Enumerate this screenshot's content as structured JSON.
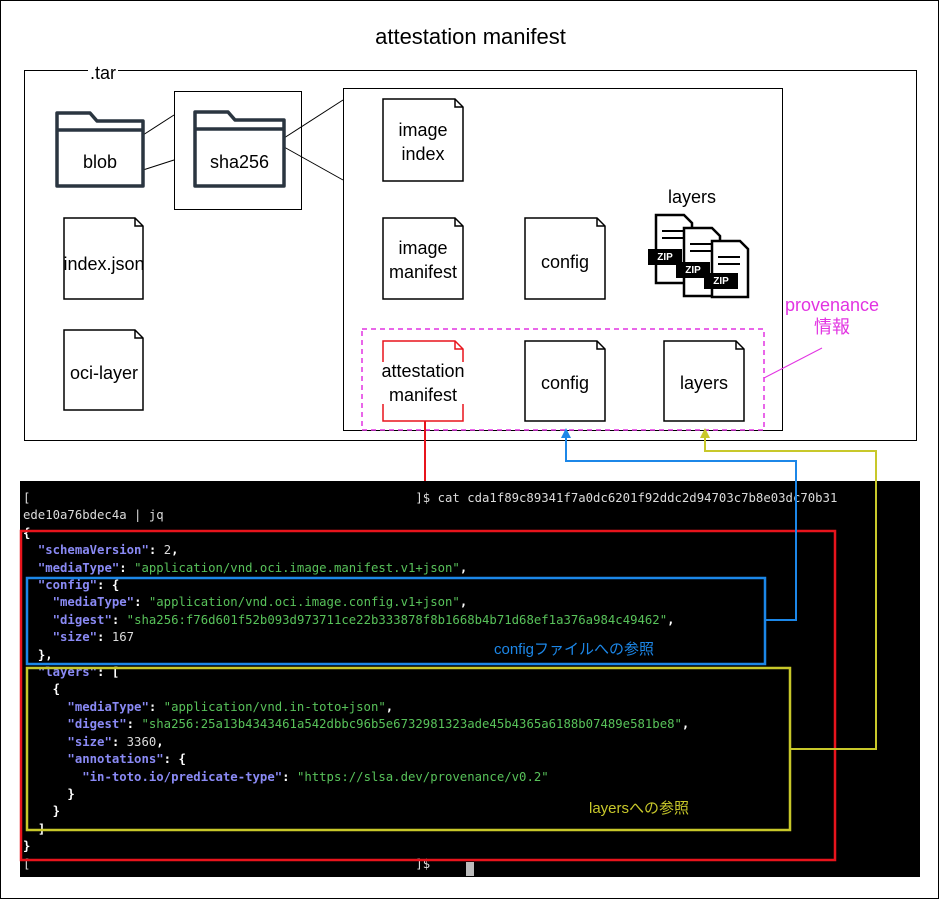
{
  "title": "attestation manifest",
  "tar": {
    "label": ".tar",
    "blob": "blob",
    "sha256": "sha256",
    "index_json": "index.json",
    "oci_layer": "oci-layer"
  },
  "blobs": {
    "image_index": "image\nindex",
    "image_manifest": "image\nmanifest",
    "config": "config",
    "layers_label": "layers",
    "zip": "ZIP",
    "attestation_manifest": "attestation\nmanifest",
    "prov_config": "config",
    "prov_layers": "layers"
  },
  "provenance_label": "provenance\n情報",
  "terminal": {
    "prompt_line": "[                                                    ]$ cat cda1f89c89341f7a0dc6201f92ddc2d94703c7b8e03dc70b31",
    "prompt_cont": "ede10a76bdec4a | jq",
    "last_prompt": "[                                                    ]$ ",
    "schema_version": "2",
    "media_type": "\"application/vnd.oci.image.manifest.v1+json\"",
    "config_media_type": "\"application/vnd.oci.image.config.v1+json\"",
    "config_digest": "\"sha256:f76d601f52b093d973711ce22b333878f8b1668b4b71d68ef1a376a984c49462\"",
    "config_size": "167",
    "layer_media_type": "\"application/vnd.in-toto+json\"",
    "layer_digest": "\"sha256:25a13b4343461a542dbbc96b5e6732981323ade45b4365a6188b07489e581be8\"",
    "layer_size": "3360",
    "predicate_type": "\"https://slsa.dev/provenance/v0.2\""
  },
  "notes": {
    "config_ref": "configファイルへの参照",
    "layers_ref": "layersへの参照"
  },
  "colors": {
    "red": "#e8141c",
    "blue": "#1c87e8",
    "yellow": "#c8c82a",
    "magenta": "#e234e2",
    "json_key": "#8a8af5",
    "json_string": "#58c25a"
  }
}
